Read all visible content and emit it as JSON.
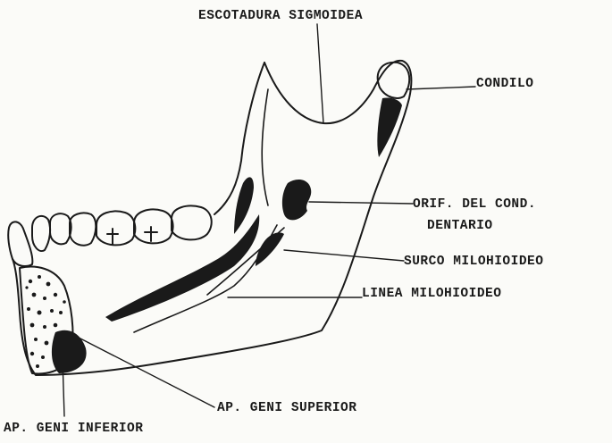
{
  "labels": {
    "escotadura": "ESCOTADURA SIGMOIDEA",
    "condilo": "CONDILO",
    "orificio_l1": "ORIF. DEL COND.",
    "orificio_l2": "DENTARIO",
    "surco": "SURCO MILOHIOIDEO",
    "linea": "LINEA MILOHIOIDEO",
    "geni_superior": "AP. GENI SUPERIOR",
    "geni_inferior": "AP. GENI INFERIOR"
  },
  "colors": {
    "ink": "#1a1a1a",
    "paper": "#fbfbf8"
  }
}
